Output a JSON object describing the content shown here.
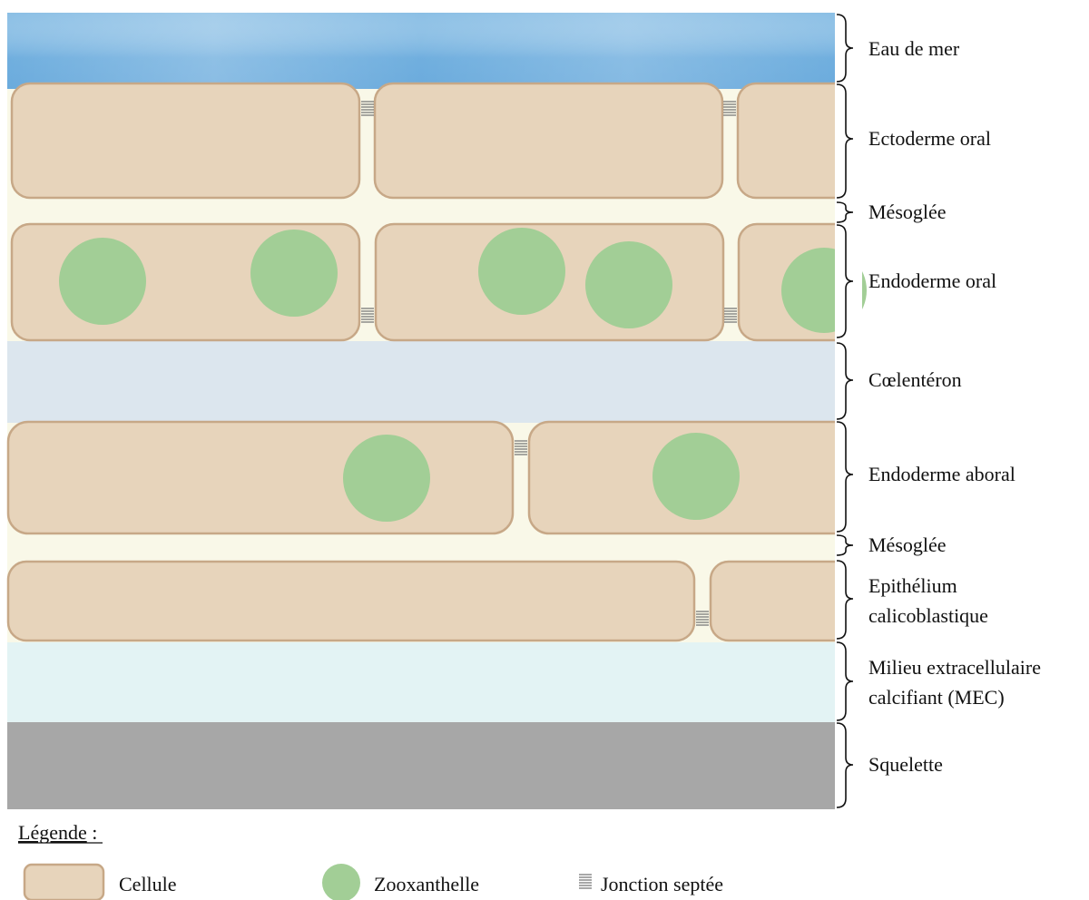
{
  "layers": [
    {
      "id": "eau",
      "lines": [
        "Eau de mer"
      ]
    },
    {
      "id": "ecto",
      "lines": [
        "Ectoderme oral"
      ]
    },
    {
      "id": "meso1",
      "lines": [
        "Mésoglée"
      ]
    },
    {
      "id": "endo-oral",
      "lines": [
        "Endoderme oral"
      ]
    },
    {
      "id": "coel",
      "lines": [
        "Cœlentéron"
      ]
    },
    {
      "id": "endo-aboral",
      "lines": [
        "Endoderme aboral"
      ]
    },
    {
      "id": "meso2",
      "lines": [
        "Mésoglée"
      ]
    },
    {
      "id": "epi",
      "lines": [
        "Epithélium",
        "calicoblastique"
      ]
    },
    {
      "id": "mec",
      "lines": [
        "Milieu extracellulaire",
        "calcifiant (MEC)"
      ]
    },
    {
      "id": "sq",
      "lines": [
        "Squelette"
      ]
    }
  ],
  "legend": {
    "title": "Légende",
    "title_suffix": " :",
    "cell": "Cellule",
    "zoox": "Zooxanthelle",
    "junction": "Jonction septée"
  },
  "colors": {
    "sea_water": "#75b3e0",
    "mesoglea": "#f9f8e8",
    "coelenteron": "#dce6ee",
    "ecm": "#e3f3f4",
    "skeleton": "#a7a7a7",
    "cell_fill": "#e7d4bb",
    "cell_stroke": "#c7a887",
    "zooxanthella": "#a2ce96",
    "junction": "#7a7a7a"
  }
}
